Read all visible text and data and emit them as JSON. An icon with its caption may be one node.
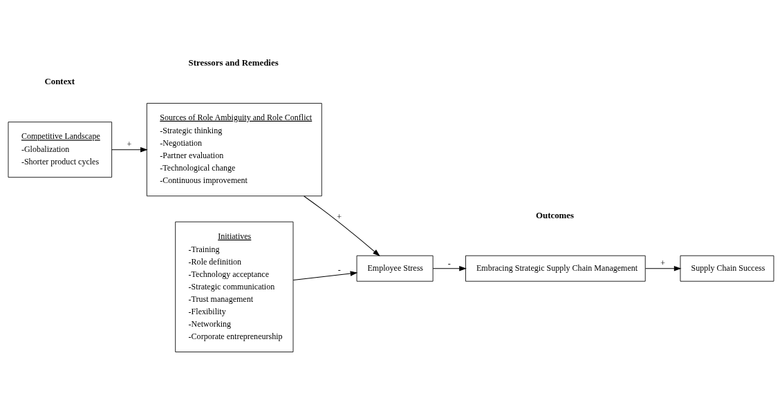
{
  "diagram": {
    "nodes": [
      {
        "text": [
          "Competitive Landscape",
          "-Globalization",
          "-Shorter product cycles"
        ]
      },
      {
        "text": [
          "Sources of Role Ambiguity and Role Conflict",
          "-Strategic thinking",
          "-Negotiation",
          "-Partner evaluation",
          "-Technological change",
          "-Continuous improvement"
        ]
      },
      {
        "text": [
          "Employee Stress"
        ]
      },
      {
        "text": [
          "Initiatives",
          "-Training",
          "-Role definition",
          "-Technology acceptance",
          "-Strategic communication",
          "-Trust management",
          "-Flexibility",
          "-Networking",
          "-Corporate entrepreneurship"
        ]
      },
      {
        "text": [
          "Embracing Strategic Supply Chain Management"
        ]
      },
      {
        "text": [
          "Supply Chain Success"
        ]
      }
    ],
    "edges": [
      {
        "from": 0,
        "to": 1,
        "arrow": "to",
        "label": "+"
      },
      {
        "from": 1,
        "to": 2,
        "arrow": "to",
        "label": "+"
      },
      {
        "from": 3,
        "to": 2,
        "arrow": "to",
        "label": "-"
      },
      {
        "from": 2,
        "to": 4,
        "arrow": "to",
        "label": "-"
      },
      {
        "from": 4,
        "to": 5,
        "arrow": "to",
        "label": "+"
      }
    ],
    "labels": [
      "Context",
      "Stressors and Remedies",
      "Outcomes"
    ]
  }
}
